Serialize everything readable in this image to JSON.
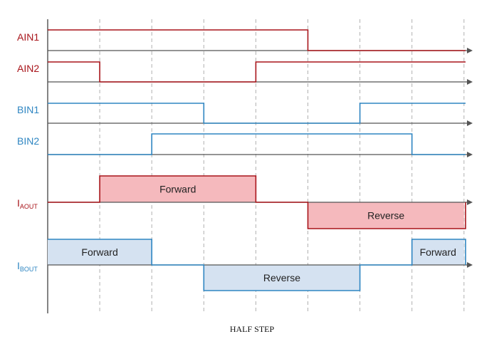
{
  "colors": {
    "a_phase": "#a8141a",
    "b_phase": "#2f86c2",
    "axis": "#555555",
    "grid": "#b0b0b0",
    "forward_a_fill": "#f5b9bd",
    "reverse_a_fill": "#f5b9bd",
    "b_fill": "#d5e2f1"
  },
  "steps": 8,
  "signals": [
    {
      "name": "AIN1",
      "phase": "a",
      "levels": [
        1,
        1,
        1,
        1,
        1,
        0,
        0,
        0
      ]
    },
    {
      "name": "AIN2",
      "phase": "a",
      "levels": [
        1,
        0,
        0,
        0,
        1,
        1,
        1,
        1
      ]
    },
    {
      "name": "BIN1",
      "phase": "b",
      "levels": [
        1,
        1,
        1,
        0,
        0,
        0,
        1,
        1
      ]
    },
    {
      "name": "BIN2",
      "phase": "b",
      "levels": [
        0,
        0,
        1,
        1,
        1,
        1,
        1,
        0
      ]
    }
  ],
  "currents": [
    {
      "name_main": "I",
      "name_sub": "AOUT",
      "phase": "a",
      "levels": [
        0,
        1,
        1,
        1,
        0,
        -1,
        -1,
        -1
      ],
      "segments": [
        {
          "label": "Forward",
          "from": 1,
          "to": 4
        },
        {
          "label": "Reverse",
          "from": 5,
          "to": 8
        }
      ]
    },
    {
      "name_main": "I",
      "name_sub": "BOUT",
      "phase": "b",
      "levels": [
        1,
        1,
        0,
        -1,
        -1,
        -1,
        0,
        1
      ],
      "segments": [
        {
          "label": "Forward",
          "from": 0,
          "to": 2
        },
        {
          "label": "Reverse",
          "from": 3,
          "to": 6
        },
        {
          "label": "Forward",
          "from": 7,
          "to": 8
        }
      ]
    }
  ],
  "caption": "HALF STEP"
}
